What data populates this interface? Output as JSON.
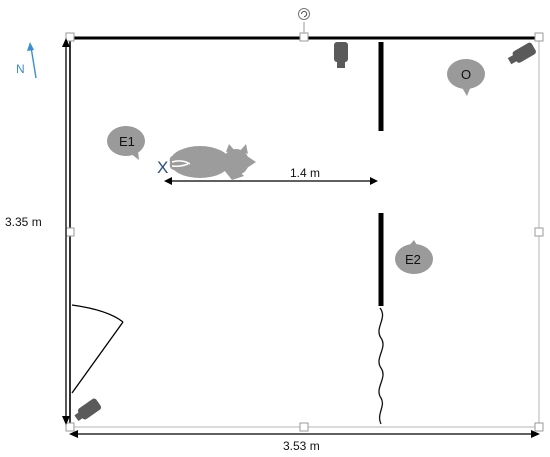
{
  "compass": {
    "label": "N",
    "color": "#3a8fd0"
  },
  "dimensions": {
    "height": "3.35 m",
    "width": "3.53 m",
    "distance": "1.4 m"
  },
  "observers": [
    {
      "label": "E1",
      "role": "experimenter-1"
    },
    {
      "label": "E2",
      "role": "experimenter-2"
    },
    {
      "label": "O",
      "role": "observer"
    }
  ],
  "start_marker": "X",
  "colors": {
    "room_outline": "#000000",
    "selection_handles": "#9a9a9a",
    "bubble_fill": "#9a9a9a",
    "camera_fill": "#555555",
    "animal_fill": "#9a9a9a"
  },
  "icons": [
    "rotate-handle-icon",
    "camera-icon",
    "dog-icon",
    "door-arc-icon",
    "curtain-icon",
    "compass-arrow-icon"
  ]
}
